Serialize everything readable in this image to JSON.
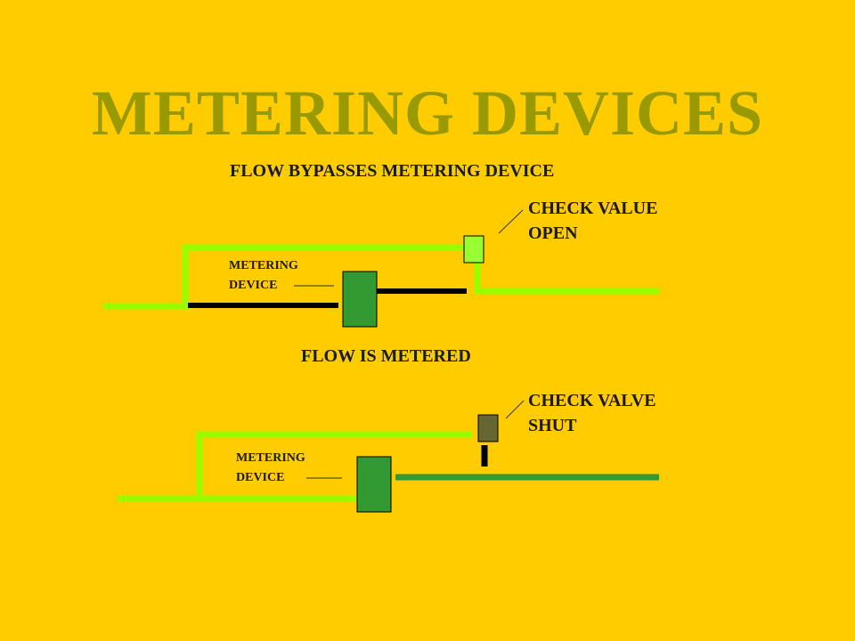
{
  "title": "METERING DEVICES",
  "colors": {
    "background": "#FFCC00",
    "title": "#999900",
    "pipe_green": "#99FF00",
    "pipe_dark_green": "#339933",
    "pipe_black": "#000000",
    "metering_device": "#339933",
    "valve_open": "#99FF33",
    "valve_shut": "#666633"
  },
  "bypass": {
    "heading": "FLOW  BYPASSES METERING  DEVICE",
    "valve_label_line1": "CHECK VALUE",
    "valve_label_line2": "OPEN",
    "device_label_line1": "METERING",
    "device_label_line2": "DEVICE"
  },
  "metered": {
    "heading": "FLOW  IS METERED",
    "valve_label_line1": "CHECK VALVE",
    "valve_label_line2": "SHUT",
    "device_label_line1": "METERING",
    "device_label_line2": "DEVICE"
  }
}
